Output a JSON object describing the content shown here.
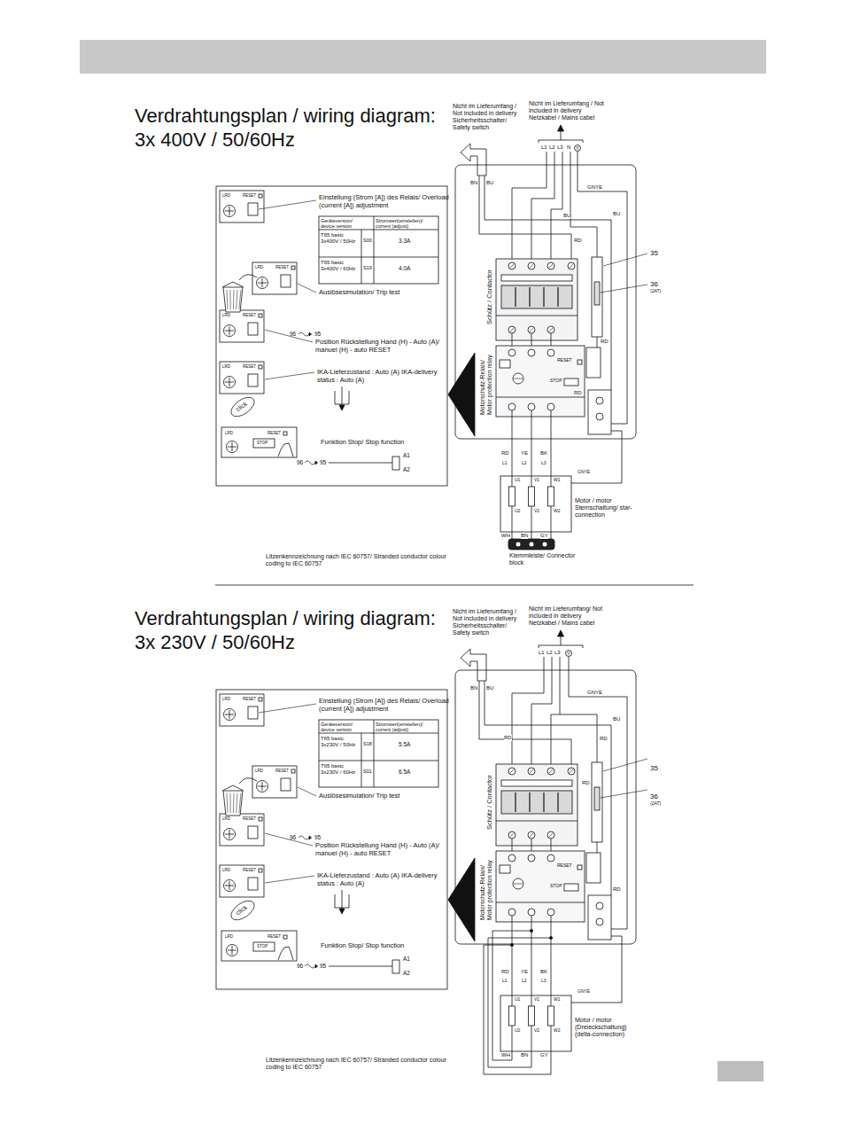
{
  "diagram": {
    "nodes": [
      {
        "text": [
          "Einstellung (Strom [A]) des Relais/ Overload (current [A]) adjustment",
          "Auslösesimulation/ Trip test",
          "96",
          "95",
          "Position Rückstellung Hand (H) - Auto (A)/ manuel (H) - auto RESET",
          "IKA-Lieferzustand : Auto (A) IKA-delivery status : Auto (A)",
          "Funktion Stop/ Stop function",
          "96",
          "95",
          "A1",
          "A2"
        ]
      },
      {
        "text": [
          "Geräteversion/ device version",
          "Stromwert(einstellen)/ current (adjust)",
          "T65 basic 3x400V / 50Hz",
          "S00",
          "3.3A",
          "T65 basic 3x400V / 60Hz",
          "S19",
          "4.0A"
        ],
        "in": 0
      },
      {
        "text": [
          "Schütz / Contactor"
        ]
      },
      {
        "text": [
          "Motorschutz-Relais/ Motor protection relay",
          "RESET",
          "STOP"
        ]
      },
      {
        "text": [
          "U1",
          "V1",
          "W1",
          "U2",
          "V2",
          "W2",
          "Motor / motor Sternschaltung/ star-connection"
        ]
      },
      {
        "text": [
          "Klemmleiste/ Connector block"
        ]
      },
      {
        "text": [
          "Einstellung (Strom [A]) des Relais/ Overload (current [A]) adjustment",
          "Auslösesimulation/ Trip test",
          "96",
          "95",
          "Position Rückstellung Hand (H) - Auto (A)/ manuel (H) - auto RESET",
          "IKA-Lieferzustand : Auto (A) IKA-delivery status : Auto (A)",
          "Funktion Stop/ Stop function",
          "96",
          "95",
          "A1",
          "A2"
        ]
      },
      {
        "text": [
          "Geräteversion/ device version",
          "Stromwert(einstellen)/ current (adjust)",
          "T65 basic 3x230V / 50Hz",
          "S18",
          "5.5A",
          "T65 basic 3x230V / 60Hz",
          "S01",
          "6.5A"
        ],
        "in": 6
      },
      {
        "text": [
          "Schütz / Contactor"
        ]
      },
      {
        "text": [
          "Motorschutz-Relais/ Motor protection relay",
          "RESET",
          "STOP"
        ]
      },
      {
        "text": [
          "U1",
          "V1",
          "W1",
          "U2",
          "V2",
          "W2",
          "Motor / motor (Dreieckschaltung) (delta-connection)"
        ]
      }
    ],
    "edges": [
      {
        "from": 2,
        "to": 3,
        "arrow": "none"
      },
      {
        "from": 3,
        "to": 4,
        "arrow": "none"
      },
      {
        "from": 4,
        "to": 5,
        "arrow": "none"
      },
      {
        "from": 8,
        "to": 9,
        "arrow": "none"
      },
      {
        "from": 9,
        "to": 10,
        "arrow": "none"
      }
    ],
    "labels": [
      "Verdrahtungsplan / wiring diagram: 3x 400V / 50/60Hz",
      "Nicht im Lieferumfang / Not included in delivery Sicherheitsschalter/ Safety switch",
      "Nicht im Lieferumfang / Not included in delivery Netzkabel / Mains cabel",
      "L1",
      "L2",
      "L3",
      "N",
      "BN",
      "BU",
      "GNYE",
      "BU",
      "BU",
      "RD",
      "35",
      "36",
      "(2AT)",
      "RD",
      "RD",
      "RD",
      "YE",
      "BK",
      "L1",
      "L2",
      "L3",
      "GNYE",
      "WH",
      "BN",
      "GY",
      "Litzenkennzeichnung nach IEC 60757/ Stranded conductor colour coding to IEC 60757",
      "LRD",
      "RESET",
      "LRD",
      "RESET",
      "LRD",
      "RESET",
      "LRD",
      "RESET",
      "LRD",
      "RESET",
      "STOP",
      "click",
      "Verdrahtungsplan / wiring diagram: 3x 230V / 50/60Hz",
      "Nicht im Lieferumfang / Not included in delivery Sicherheitsschalter/ Safety switch",
      "Nicht im Lieferumfang/ Not included in delivery Netzkabel / Mains cabel",
      "L1",
      "L2",
      "L3",
      "BN",
      "BU",
      "GNYE",
      "BU",
      "RD",
      "RD",
      "RD",
      "RD",
      "35",
      "36",
      "(2AT)",
      "RD",
      "YE",
      "BK",
      "L1",
      "L2",
      "L3",
      "GNYE",
      "WH",
      "BN",
      "GY",
      "Litzenkennzeichnung nach IEC 60757/ Stranded conductor colour coding to IEC 60757",
      "LRD",
      "RESET",
      "LRD",
      "RESET",
      "LRD",
      "RESET",
      "LRD",
      "RESET",
      "LRD",
      "RESET",
      "STOP",
      "click"
    ]
  }
}
